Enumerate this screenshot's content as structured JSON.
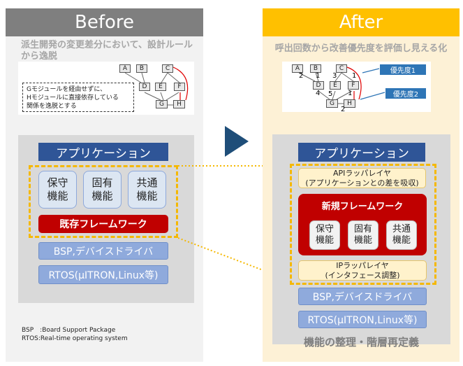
{
  "before": {
    "title": "Before",
    "subtitle_line1": "派生開発の変更差分において、設計ルール",
    "subtitle_line2": "から逸脱",
    "note_line1": "Gモジュールを経由せずに、",
    "note_line2": "Hモジュールに直接依存している",
    "note_line3": "関係を逸脱とする",
    "app_label": "アプリケーション",
    "functions": [
      {
        "line1": "保守",
        "line2": "機能"
      },
      {
        "line1": "固有",
        "line2": "機能"
      },
      {
        "line1": "共通",
        "line2": "機能"
      }
    ],
    "framework": "既存フレームワーク",
    "bsp": "BSP,デバイスドライバ",
    "rtos": "RTOS(μITRON,Linux等)",
    "footnote_bsp": "BSP　:Board Support Package",
    "footnote_rtos": "RTOS:Real-time operating system"
  },
  "after": {
    "title": "After",
    "subtitle": "呼出回数から改善優先度を評価し見える化",
    "priority1": "優先度1",
    "priority2": "優先度2",
    "app_label": "アプリケーション",
    "api_line1": "APIラッパレイヤ",
    "api_line2": "(アプリケーションとの差を吸収)",
    "framework": "新規フレームワーク",
    "functions": [
      {
        "line1": "保守",
        "line2": "機能"
      },
      {
        "line1": "固有",
        "line2": "機能"
      },
      {
        "line1": "共通",
        "line2": "機能"
      }
    ],
    "ip_line1": "IPラッパレイヤ",
    "ip_line2": "(インタフェース調整)",
    "bsp": "BSP,デバイスドライバ",
    "rtos": "RTOS(μITRON,Linux等)",
    "footer": "機能の整理・階層再定義"
  },
  "module_graph": {
    "nodes": [
      "A",
      "B",
      "C",
      "D",
      "E",
      "F",
      "G",
      "H"
    ],
    "edge_counts": [
      "2",
      "1",
      "3",
      "1",
      "4",
      "5",
      "1",
      "2"
    ]
  },
  "colors": {
    "before_header": "#7f7f7f",
    "after_header": "#ffc000",
    "app_blue": "#2f5597",
    "framework_red": "#c00000",
    "layer_blue": "#8faadc",
    "highlight_orange": "#f5b800"
  }
}
